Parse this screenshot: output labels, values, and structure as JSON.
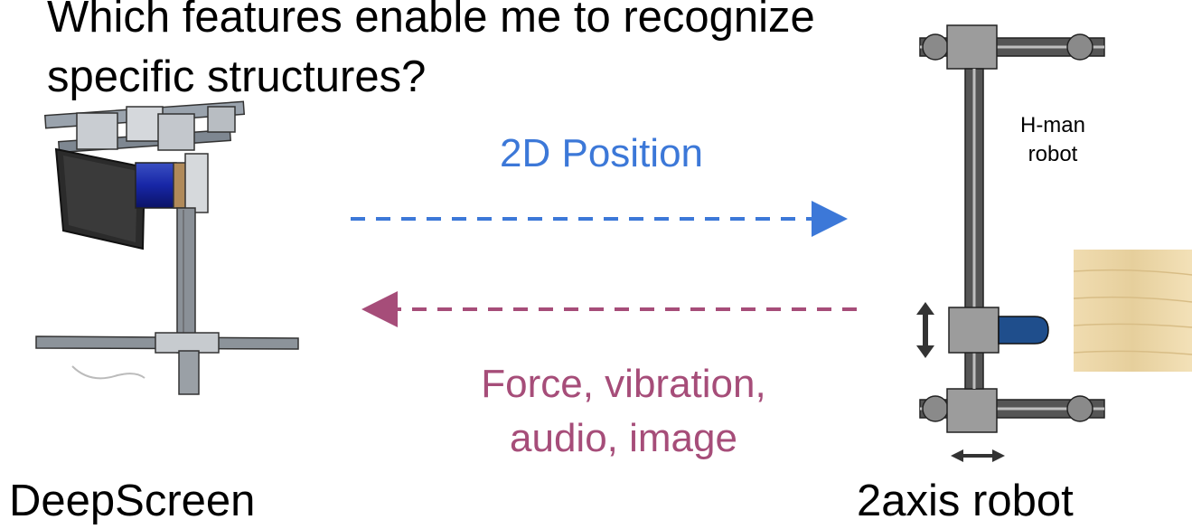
{
  "title": "Which features enable me to recognize specific structures?",
  "arrow_top": {
    "label": "2D Position",
    "color": "#3c78d8"
  },
  "arrow_bottom": {
    "label": "Force, vibration, audio,  image",
    "color": "#a64d79"
  },
  "left_device": {
    "label": "DeepScreen"
  },
  "right_device": {
    "label": "2axis robot",
    "sub_label": "H-man robot"
  },
  "colors": {
    "robot_frame": "#7a7a7a",
    "robot_rail": "#4a4a4a",
    "end_effector": "#1f4e8c",
    "wood": "#e8d3a5"
  }
}
